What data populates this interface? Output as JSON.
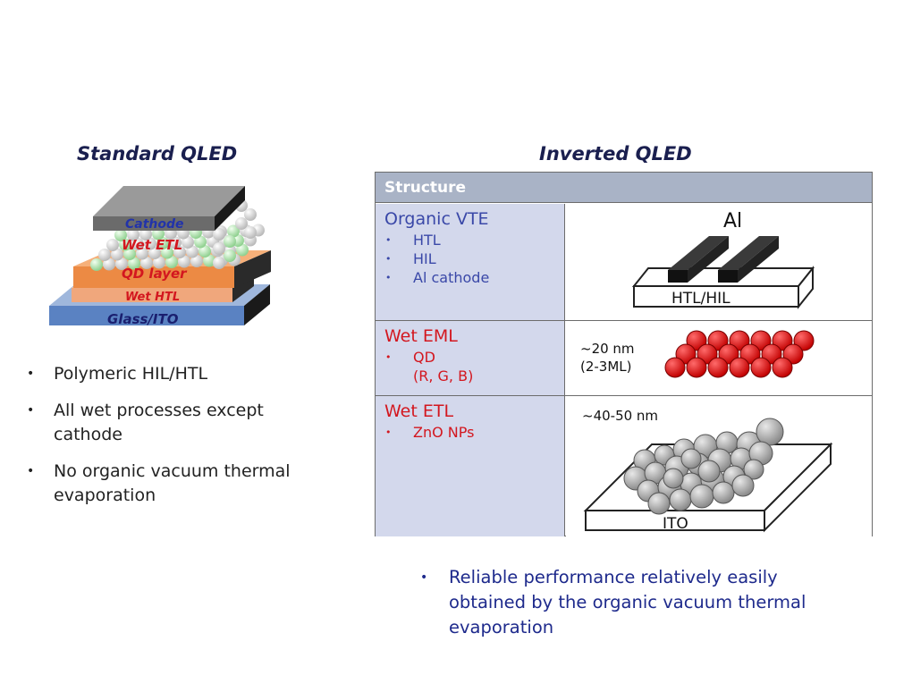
{
  "standard": {
    "title": "Standard QLED",
    "layers": {
      "cathode": "Cathode",
      "wet_etl": "Wet ETL",
      "qd_layer": "QD layer",
      "wet_htl": "Wet HTL",
      "glass_ito": "Glass/ITO"
    },
    "bullets": [
      "Polymeric HIL/HTL",
      "All wet processes except cathode",
      "No organic vacuum thermal evaporation"
    ]
  },
  "inverted": {
    "title": "Inverted QLED",
    "table_header": "Structure",
    "rows": [
      {
        "title": "Organic VTE",
        "items": [
          "HTL",
          "HIL",
          "Al cathode"
        ],
        "diagram": {
          "top_label": "Al",
          "base_label": "HTL/HIL"
        }
      },
      {
        "title": "Wet EML",
        "items": [
          "QD",
          "(R, G, B)"
        ],
        "diagram": {
          "label_1": "~20 nm",
          "label_2": "(2-3ML)"
        }
      },
      {
        "title": "Wet ETL",
        "items": [
          "ZnO NPs"
        ],
        "diagram": {
          "label": "~40-50 nm",
          "base_label": "ITO"
        }
      }
    ],
    "bullet": "Reliable performance relatively easily obtained by the organic vacuum thermal evaporation"
  },
  "colors": {
    "heading": "#1a1f4f",
    "table_header_bg": "#a9b3c6",
    "left_cell_bg": "#d3d8ec",
    "blue_text": "#3a48a8",
    "red_text": "#d3171f",
    "bottom_bullet": "#1e2a8c"
  }
}
